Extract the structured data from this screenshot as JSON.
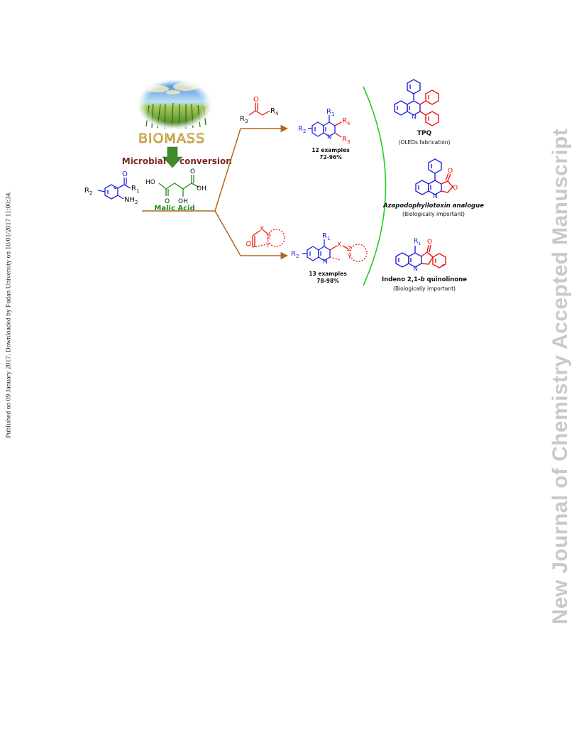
{
  "side_note": "Published on 09 January 2017. Downloaded by Fudan University on 10/01/2017 11:00:34.",
  "watermark": "New Journal of Chemistry Accepted Manuscript",
  "colors": {
    "watermark": "#c9c9c9",
    "blue": "#2222dd",
    "red": "#ee1111",
    "arrow": "#b5651d",
    "green": "#1a8f1a",
    "brace": "#22cc22"
  },
  "biomass": {
    "label": "BIOMASS",
    "conversion_left": "Microbial",
    "conversion_right": "conversion",
    "acid_label": "Malic Acid",
    "acid_ho": "HO",
    "acid_oh": "OH",
    "acid_oh_bottom": "OH",
    "acid_o_left": "O",
    "acid_o_right": "O"
  },
  "starting_material": {
    "r2": "R",
    "r2_sub": "2",
    "r1": "R",
    "r1_sub": "1",
    "nh2": "NH",
    "nh2_sub": "2",
    "o": "O"
  },
  "top_reagent": {
    "r3": "R",
    "r3_sub": "3",
    "r4": "R",
    "r4_sub": "4",
    "o": "O"
  },
  "bottom_reagent": {
    "x": "X",
    "z": "Z",
    "y": "Y",
    "o": "O"
  },
  "top_product": {
    "r1": "R",
    "r1_sub": "1",
    "r2": "R",
    "r2_sub": "2",
    "r3": "R",
    "r3_sub": "3",
    "r4": "R",
    "r4_sub": "4",
    "n": "N",
    "examples": "12 examples",
    "yield": "72-96%"
  },
  "bottom_product": {
    "r1": "R",
    "r1_sub": "1",
    "r2": "R",
    "r2_sub": "2",
    "x": "X",
    "z": "Z",
    "y": "Y",
    "n": "N",
    "examples": "13 examples",
    "yield": "78-98%"
  },
  "applications": [
    {
      "name": "TPQ",
      "note": "(OLEDs fabrication)",
      "n": "N"
    },
    {
      "name": "Azapodophyllotoxin analogue",
      "note": "(Biologically important)",
      "n": "N",
      "o": "O",
      "o_ring": "O"
    },
    {
      "name_prefix": "Indeno 2,1-",
      "name_italic": "b",
      "name_suffix": " quinolinone",
      "note": "(Biologically important)",
      "n": "N",
      "o": "O",
      "r1": "R",
      "r1_sub": "1"
    }
  ]
}
